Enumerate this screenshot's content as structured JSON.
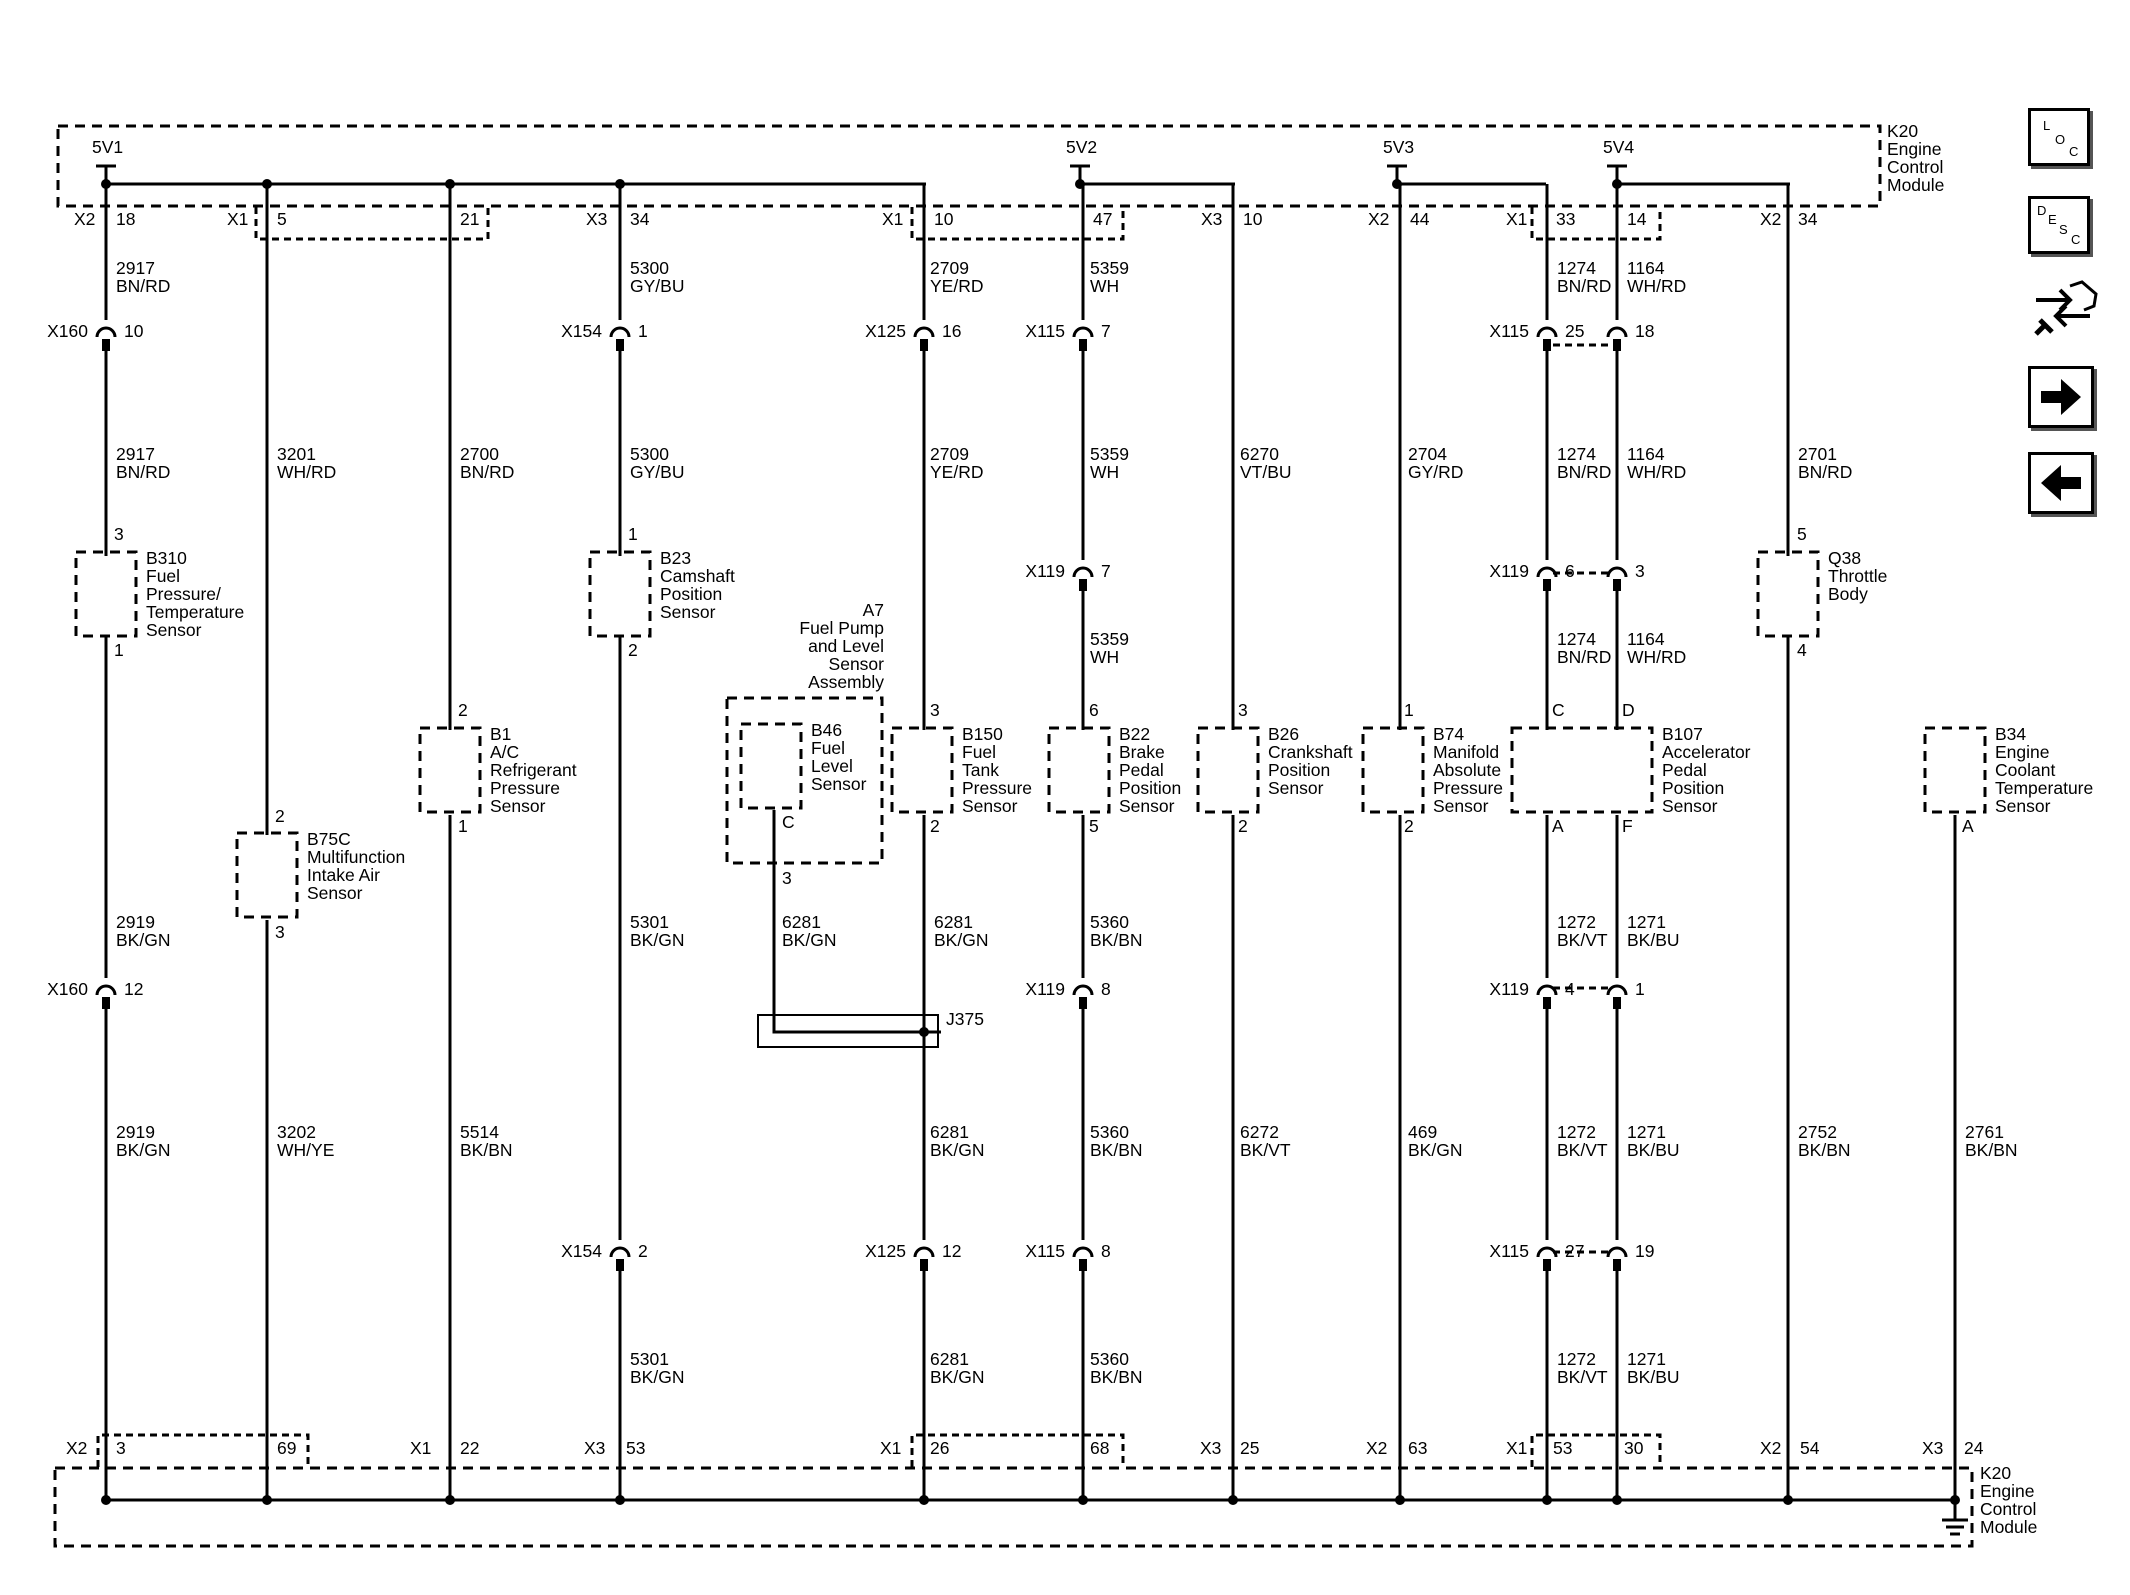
{
  "module": {
    "lines": [
      "K20",
      "Engine",
      "Control",
      "Module"
    ]
  },
  "supplies": [
    "5V1",
    "5V2",
    "5V3",
    "5V4"
  ],
  "top_pins": [
    {
      "conn": "X2",
      "pin": "18"
    },
    {
      "conn": "X1",
      "pin": "5"
    },
    {
      "conn": "",
      "pin": "21"
    },
    {
      "conn": "X3",
      "pin": "34"
    },
    {
      "conn": "X1",
      "pin": "10"
    },
    {
      "conn": "",
      "pin": "47"
    },
    {
      "conn": "X3",
      "pin": "10"
    },
    {
      "conn": "X2",
      "pin": "44"
    },
    {
      "conn": "X1",
      "pin": "33"
    },
    {
      "conn": "",
      "pin": "14"
    },
    {
      "conn": "X2",
      "pin": "34"
    }
  ],
  "bottom_pins": [
    {
      "conn": "X2",
      "pin": "3"
    },
    {
      "conn": "",
      "pin": "69"
    },
    {
      "conn": "X1",
      "pin": "22"
    },
    {
      "conn": "X3",
      "pin": "53"
    },
    {
      "conn": "X1",
      "pin": "26"
    },
    {
      "conn": "",
      "pin": "68"
    },
    {
      "conn": "X3",
      "pin": "25"
    },
    {
      "conn": "X2",
      "pin": "63"
    },
    {
      "conn": "X1",
      "pin": "53"
    },
    {
      "conn": "",
      "pin": "30"
    },
    {
      "conn": "X2",
      "pin": "54"
    },
    {
      "conn": "X3",
      "pin": "24"
    }
  ],
  "wires": [
    {
      "c": "2917",
      "col": "BN/RD"
    },
    {
      "c": "2917",
      "col": "BN/RD"
    },
    {
      "c": "2919",
      "col": "BK/GN"
    },
    {
      "c": "2919",
      "col": "BK/GN"
    },
    {
      "c": "3201",
      "col": "WH/RD"
    },
    {
      "c": "3202",
      "col": "WH/YE"
    },
    {
      "c": "2700",
      "col": "BN/RD"
    },
    {
      "c": "5514",
      "col": "BK/BN"
    },
    {
      "c": "5300",
      "col": "GY/BU"
    },
    {
      "c": "5300",
      "col": "GY/BU"
    },
    {
      "c": "5301",
      "col": "BK/GN"
    },
    {
      "c": "5301",
      "col": "BK/GN"
    },
    {
      "c": "2709",
      "col": "YE/RD"
    },
    {
      "c": "2709",
      "col": "YE/RD"
    },
    {
      "c": "6281",
      "col": "BK/GN"
    },
    {
      "c": "6281",
      "col": "BK/GN"
    },
    {
      "c": "6281",
      "col": "BK/GN"
    },
    {
      "c": "6281",
      "col": "BK/GN"
    },
    {
      "c": "5359",
      "col": "WH"
    },
    {
      "c": "5359",
      "col": "WH"
    },
    {
      "c": "5359",
      "col": "WH"
    },
    {
      "c": "5360",
      "col": "BK/BN"
    },
    {
      "c": "5360",
      "col": "BK/BN"
    },
    {
      "c": "5360",
      "col": "BK/BN"
    },
    {
      "c": "6270",
      "col": "VT/BU"
    },
    {
      "c": "6272",
      "col": "BK/VT"
    },
    {
      "c": "2704",
      "col": "GY/RD"
    },
    {
      "c": "469",
      "col": "BK/GN"
    },
    {
      "c": "1274",
      "col": "BN/RD"
    },
    {
      "c": "1274",
      "col": "BN/RD"
    },
    {
      "c": "1274",
      "col": "BN/RD"
    },
    {
      "c": "1272",
      "col": "BK/VT"
    },
    {
      "c": "1272",
      "col": "BK/VT"
    },
    {
      "c": "1272",
      "col": "BK/VT"
    },
    {
      "c": "1164",
      "col": "WH/RD"
    },
    {
      "c": "1164",
      "col": "WH/RD"
    },
    {
      "c": "1164",
      "col": "WH/RD"
    },
    {
      "c": "1271",
      "col": "BK/BU"
    },
    {
      "c": "1271",
      "col": "BK/BU"
    },
    {
      "c": "1271",
      "col": "BK/BU"
    },
    {
      "c": "2701",
      "col": "BN/RD"
    },
    {
      "c": "2752",
      "col": "BK/BN"
    },
    {
      "c": "2761",
      "col": "BK/BN"
    }
  ],
  "inline": [
    {
      "name": "X160",
      "pin": "10"
    },
    {
      "name": "X160",
      "pin": "12"
    },
    {
      "name": "X154",
      "pin": "1"
    },
    {
      "name": "X154",
      "pin": "2"
    },
    {
      "name": "X125",
      "pin": "16"
    },
    {
      "name": "X125",
      "pin": "12"
    },
    {
      "name": "X115",
      "pin": "7"
    },
    {
      "name": "X119",
      "pin": "7"
    },
    {
      "name": "X119",
      "pin": "8"
    },
    {
      "name": "X115",
      "pin": "8"
    },
    {
      "name": "X115",
      "pin": "25"
    },
    {
      "name": "",
      "pin": "18"
    },
    {
      "name": "X119",
      "pin": "6"
    },
    {
      "name": "",
      "pin": "3"
    },
    {
      "name": "X119",
      "pin": "4"
    },
    {
      "name": "",
      "pin": "1"
    },
    {
      "name": "X115",
      "pin": "27"
    },
    {
      "name": "",
      "pin": "19"
    }
  ],
  "components": [
    {
      "id": "B310",
      "lines": [
        "Fuel",
        "Pressure/",
        "Temperature",
        "Sensor"
      ]
    },
    {
      "id": "B75C",
      "lines": [
        "Multifunction",
        "Intake Air",
        "Sensor"
      ]
    },
    {
      "id": "B1",
      "lines": [
        "A/C",
        "Refrigerant",
        "Pressure",
        "Sensor"
      ]
    },
    {
      "id": "B23",
      "lines": [
        "Camshaft",
        "Position",
        "Sensor"
      ]
    },
    {
      "id": "A7",
      "lines": [
        "Fuel Pump",
        "and Level",
        "Sensor",
        "Assembly"
      ]
    },
    {
      "id": "B46",
      "lines": [
        "Fuel",
        "Level",
        "Sensor"
      ]
    },
    {
      "id": "B150",
      "lines": [
        "Fuel",
        "Tank",
        "Pressure",
        "Sensor"
      ]
    },
    {
      "id": "B22",
      "lines": [
        "Brake",
        "Pedal",
        "Position",
        "Sensor"
      ]
    },
    {
      "id": "B26",
      "lines": [
        "Crankshaft",
        "Position",
        "Sensor"
      ]
    },
    {
      "id": "B74",
      "lines": [
        "Manifold",
        "Absolute",
        "Pressure",
        "Sensor"
      ]
    },
    {
      "id": "B107",
      "lines": [
        "Accelerator",
        "Pedal",
        "Position",
        "Sensor"
      ]
    },
    {
      "id": "Q38",
      "lines": [
        "Throttle",
        "Body"
      ]
    },
    {
      "id": "B34",
      "lines": [
        "Engine",
        "Coolant",
        "Temperature",
        "Sensor"
      ]
    }
  ],
  "comp_pins": [
    "3",
    "1",
    "2",
    "3",
    "2",
    "1",
    "1",
    "2",
    "C",
    "3",
    "3",
    "2",
    "6",
    "5",
    "3",
    "2",
    "1",
    "2",
    "C",
    "D",
    "A",
    "F",
    "5",
    "4",
    "A"
  ],
  "splice": "J375",
  "nav": {
    "loc": [
      "L",
      "O",
      "C"
    ],
    "desc": [
      "D",
      "E",
      "S",
      "C"
    ]
  },
  "icons": [
    "loc-icon",
    "desc-icon",
    "connector-view-icon",
    "next-arrow-icon",
    "previous-arrow-icon"
  ]
}
